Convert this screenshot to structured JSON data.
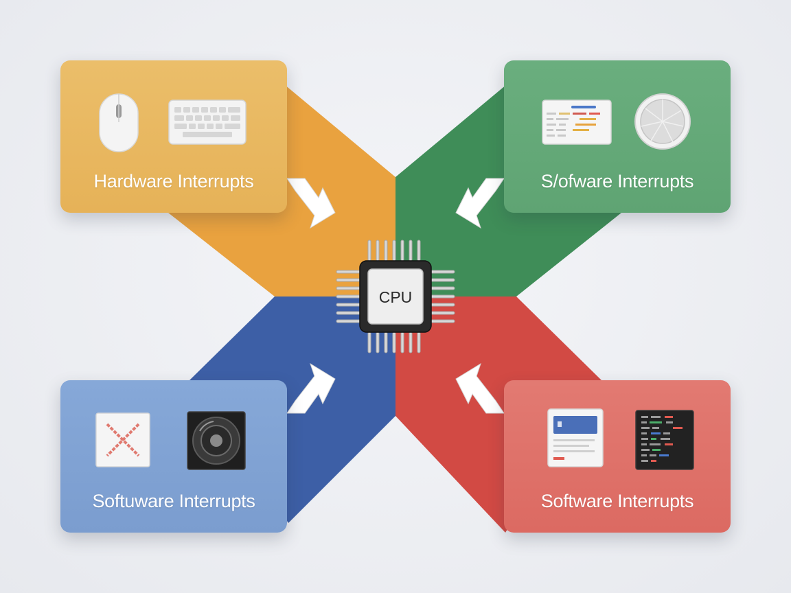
{
  "cpu": {
    "label": "CPU"
  },
  "cards": {
    "top_left": {
      "label": "Hardware Interrupts",
      "color": "#e8b65f",
      "icons": [
        "mouse-icon",
        "keyboard-icon"
      ]
    },
    "top_right": {
      "label": "S/ofware Interrupts",
      "color": "#64a878",
      "icons": [
        "code-window-icon",
        "disk-icon"
      ]
    },
    "bottom_left": {
      "label": "Softuware Interrupts",
      "color": "#80a2d3",
      "icons": [
        "error-x-icon",
        "speaker-icon"
      ]
    },
    "bottom_right": {
      "label": "Software Interrupts",
      "color": "#de6f67",
      "icons": [
        "document-icon",
        "terminal-icon"
      ]
    }
  },
  "bands": {
    "top_left": "#e9a23f",
    "top_right": "#3f8d58",
    "bottom_left": "#3d5fa6",
    "bottom_right": "#d24a44"
  }
}
